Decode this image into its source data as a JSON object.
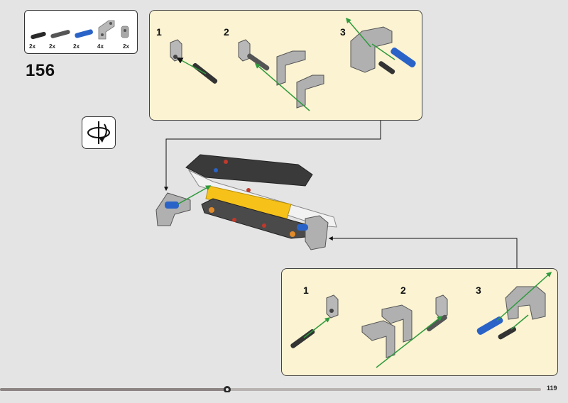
{
  "parts_list": {
    "items": [
      {
        "name": "black-axle-pin-icon",
        "qty": "2x"
      },
      {
        "name": "dark-axle-icon",
        "qty": "2x"
      },
      {
        "name": "blue-axle-pin-icon",
        "qty": "2x"
      },
      {
        "name": "angled-beam-icon",
        "qty": "4x"
      },
      {
        "name": "gray-connector-icon",
        "qty": "2x"
      }
    ]
  },
  "step_number": "156",
  "rotate_icon": "rotate-model-icon",
  "sub_assembly_top": {
    "steps": [
      "1",
      "2",
      "3"
    ]
  },
  "sub_assembly_bottom": {
    "steps": [
      "1",
      "2",
      "3"
    ]
  },
  "progress": {
    "fraction": 0.42
  },
  "page_number": "119",
  "colors": {
    "panel_bg": "#fbf3d2",
    "arrow_green": "#2e9a3c",
    "blue_part": "#2a63c8",
    "progress_bar": "#8b8482"
  }
}
